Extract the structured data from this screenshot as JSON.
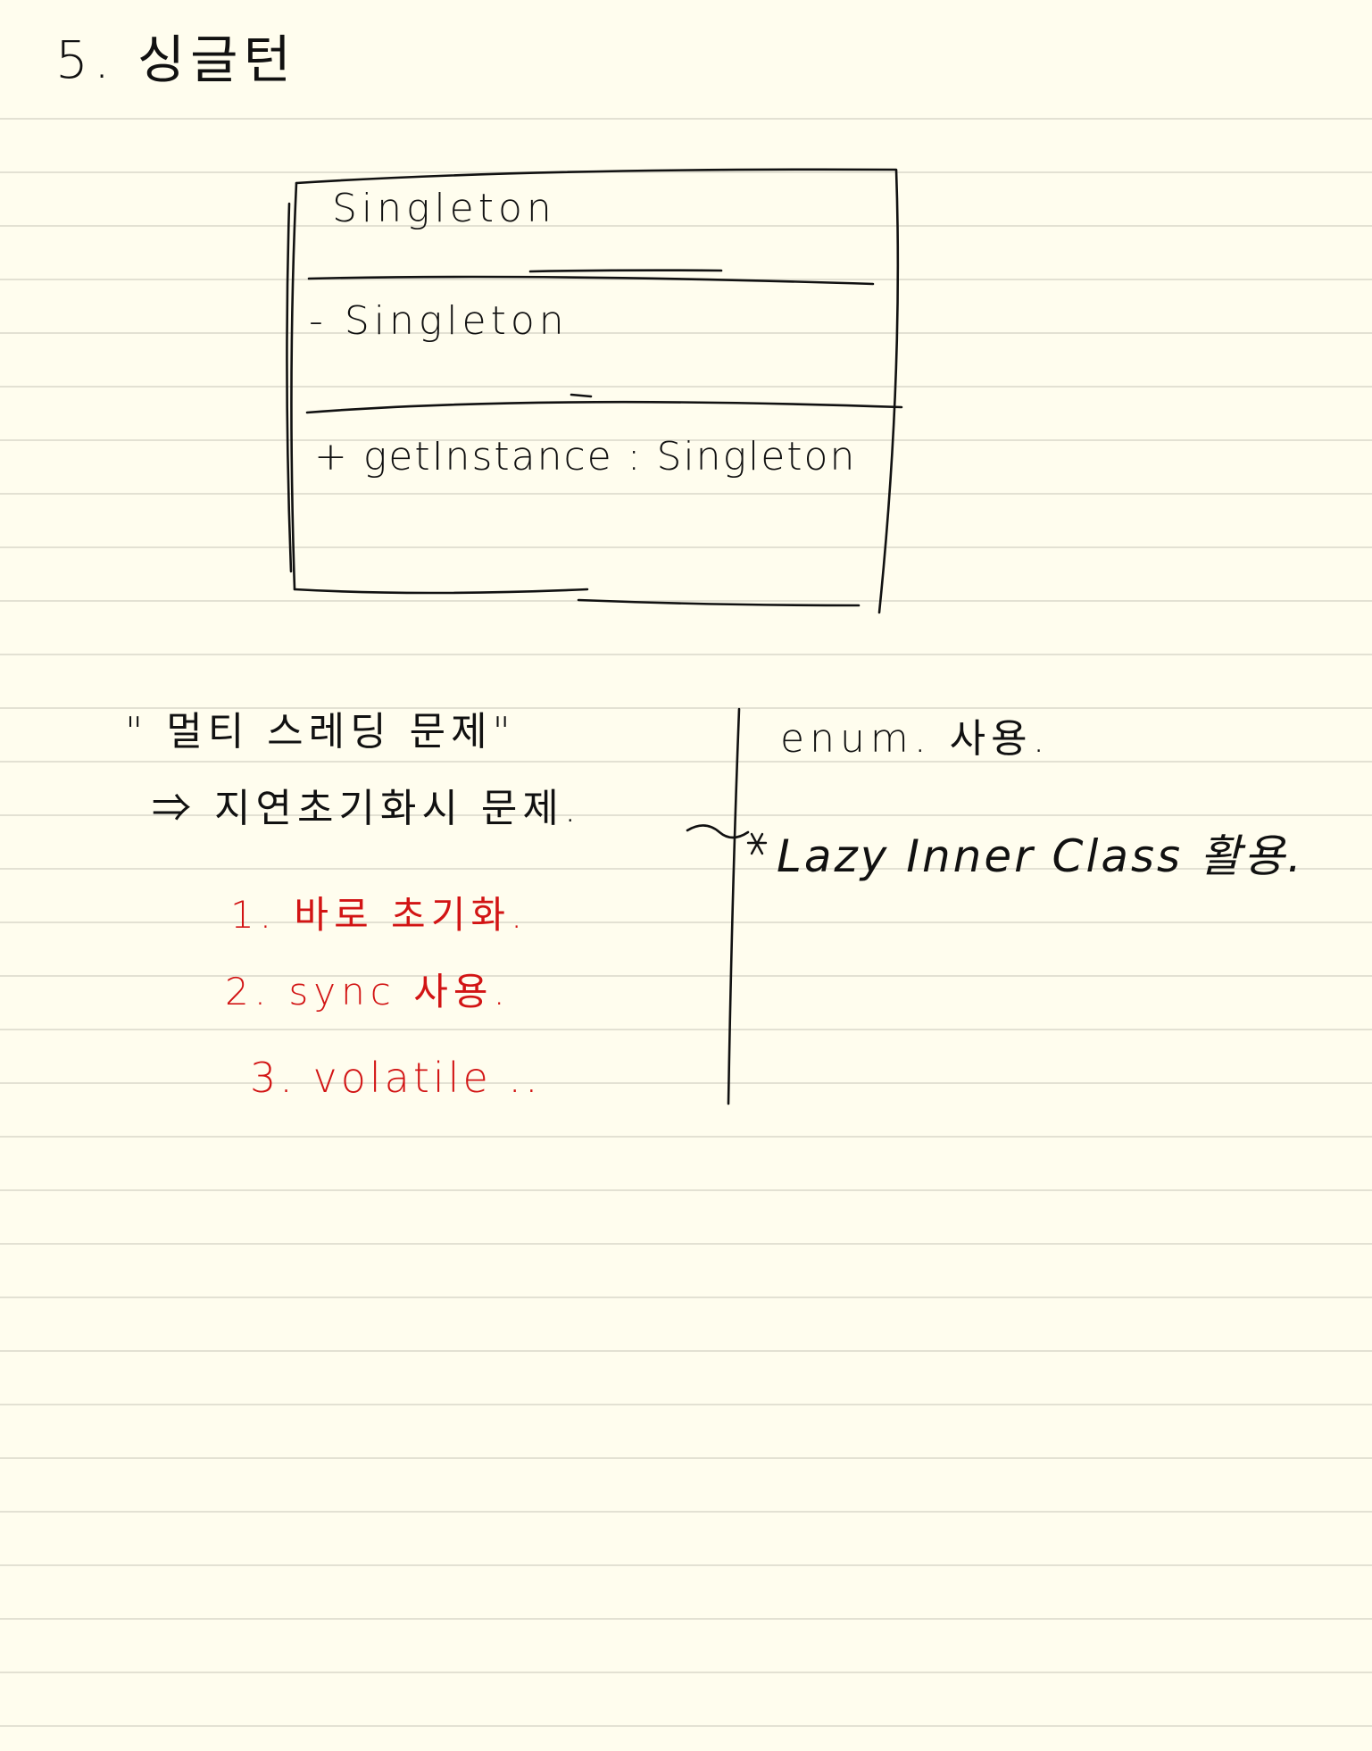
{
  "note": {
    "title": "5. 싱글턴",
    "uml": {
      "class_name": "Singleton",
      "attribute": "- Singleton",
      "operation": "+ getInstance : Singleton"
    },
    "issue": "\" 멀티 스레딩 문제\"",
    "problem": "⇒ 지연초기화시 문제.",
    "fixes": [
      "1. 바로 초기화.",
      "2. sync 사용.",
      "3. volatile .."
    ],
    "alternatives": [
      "enum. 사용.",
      "Lazy Inner Class 활용."
    ],
    "colors": {
      "ink": "#111111",
      "red_ink": "#d21414",
      "paper": "#fffdee",
      "rule": "#e3e1d3"
    }
  }
}
